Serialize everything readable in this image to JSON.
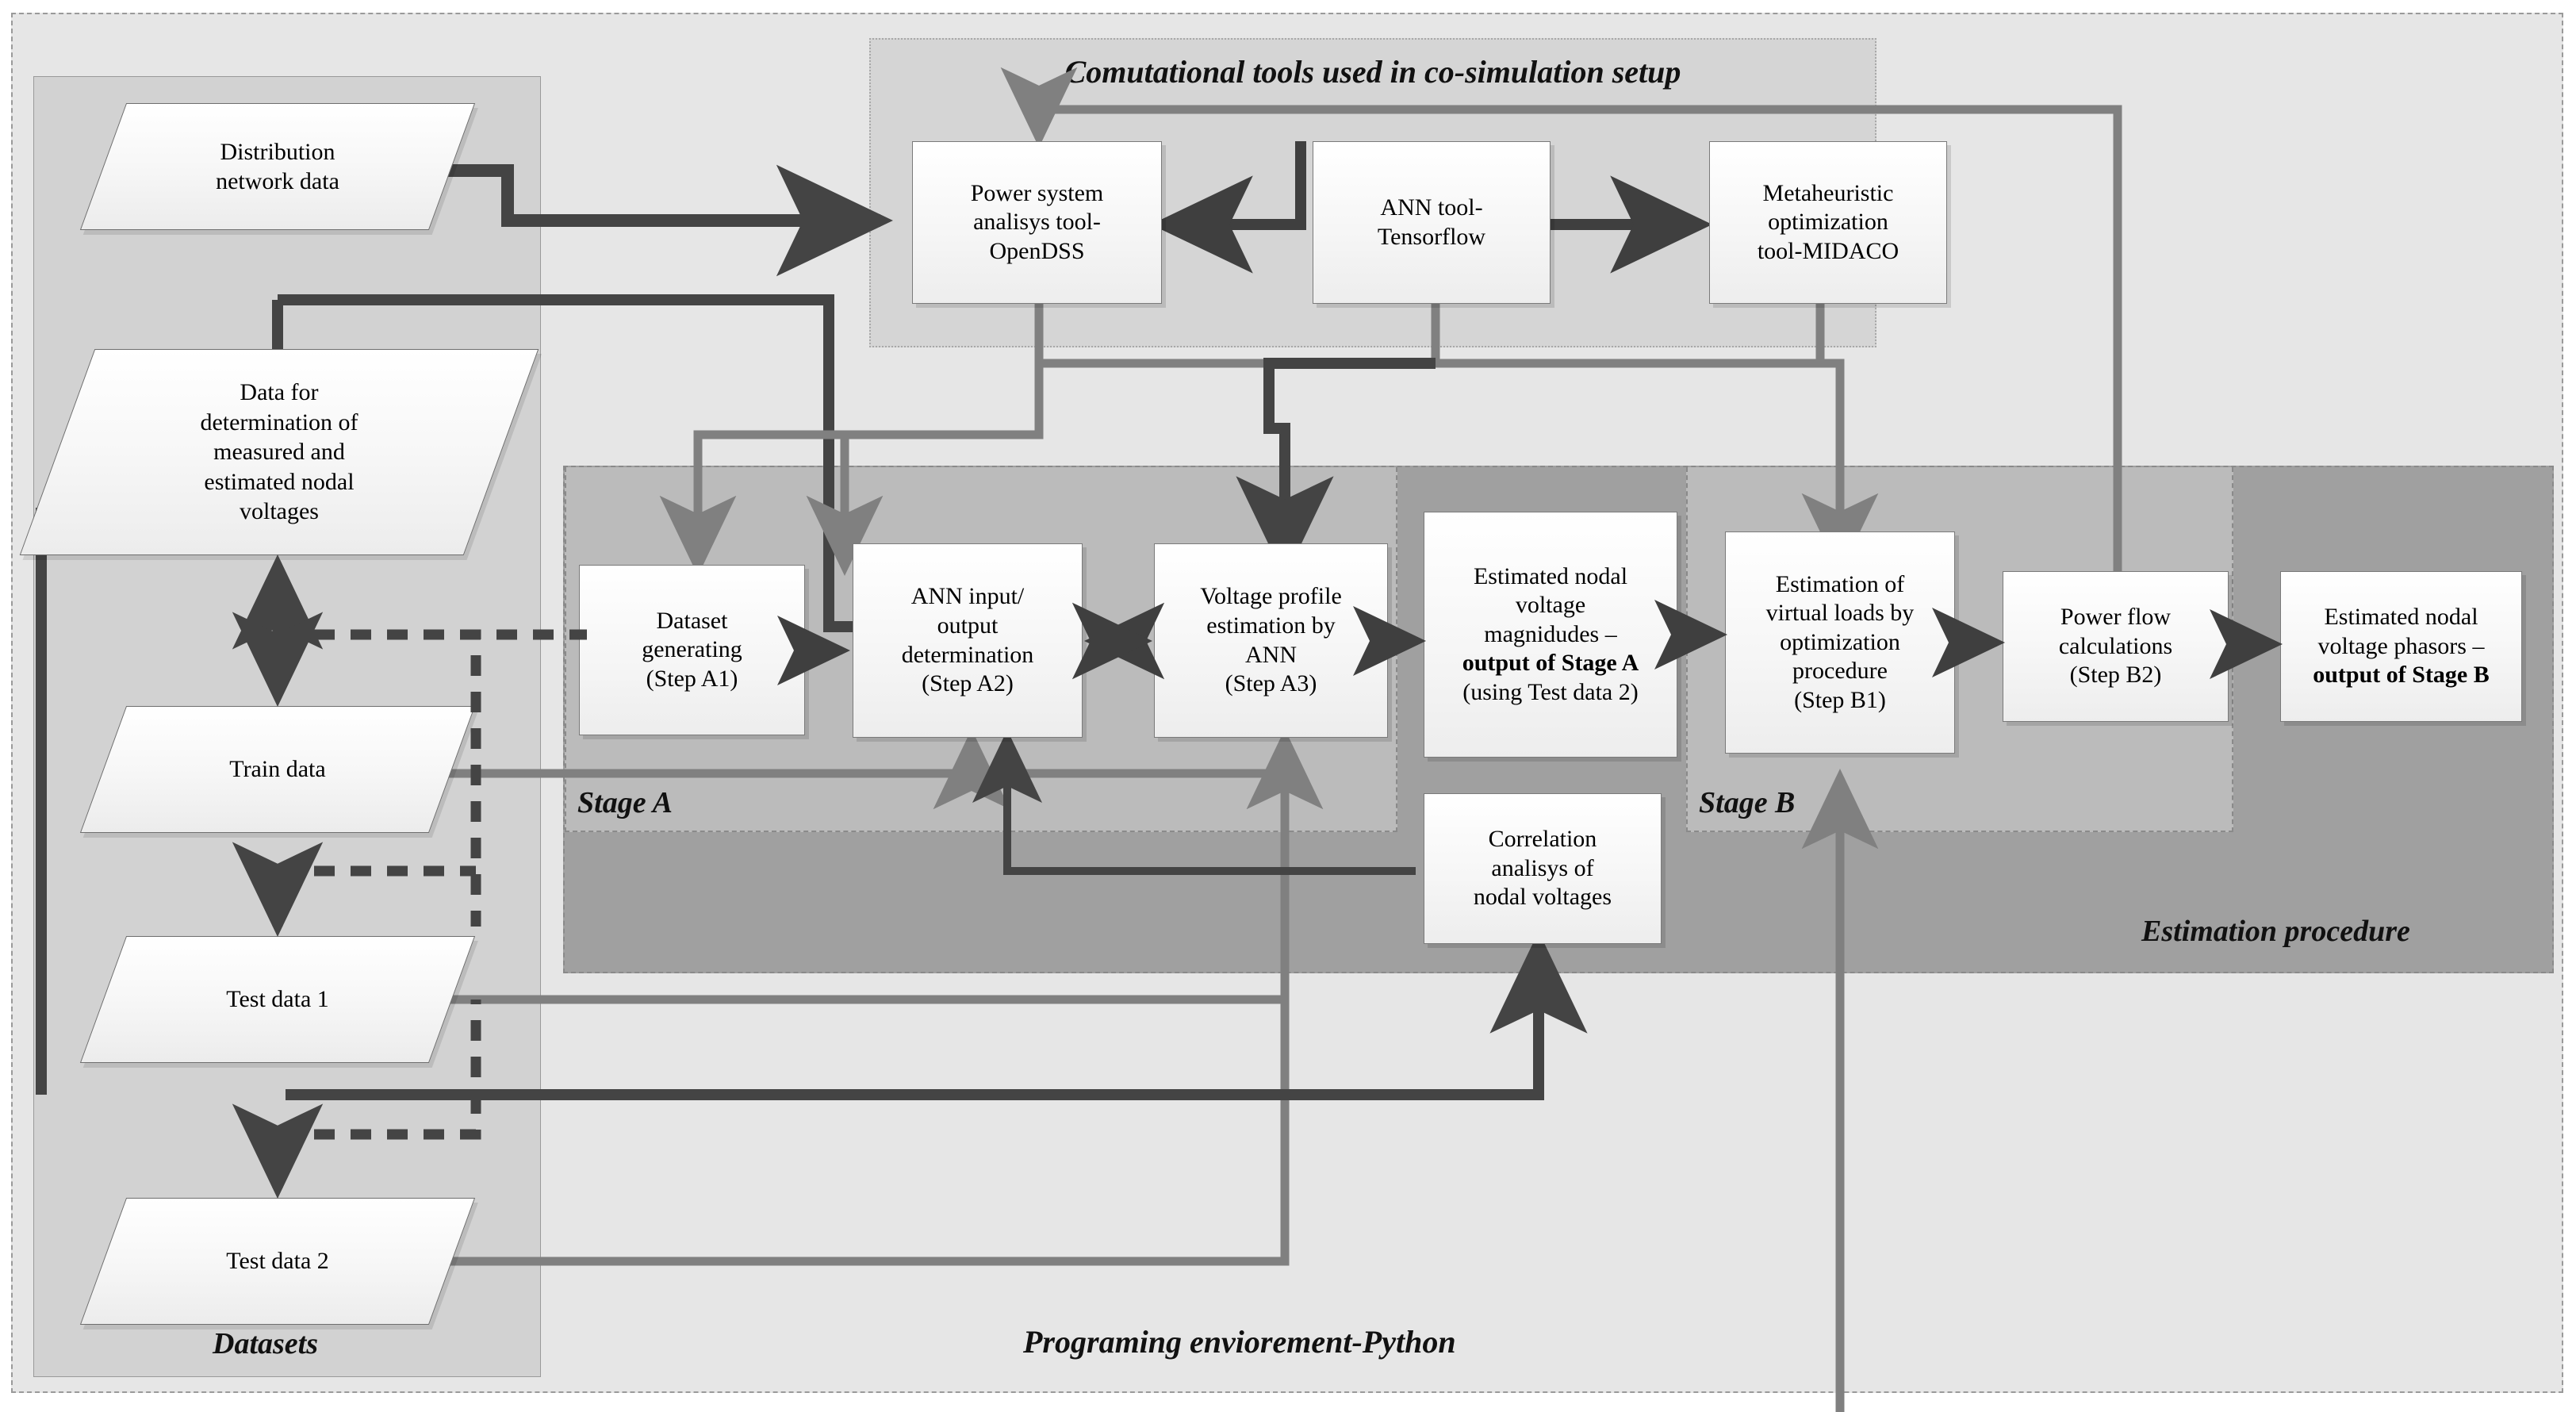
{
  "diagram": {
    "title": "Co-simulation setup and two-stage estimation procedure flowchart",
    "outer_label": "Programing enviorement-Python",
    "regions": {
      "tools_title": "Comutational tools used in co-simulation setup",
      "datasets_label": "Datasets",
      "stage_a_label": "Stage A",
      "stage_b_label": "Stage B",
      "estimation_label": "Estimation procedure"
    }
  },
  "datasets": [
    {
      "id": "distribution-network-data",
      "label": "Distribution\nnetwork data"
    },
    {
      "id": "data-for-determination",
      "label": "Data for\ndetermination of\nmeasured and\nestimated nodal\nvoltages"
    },
    {
      "id": "train-data",
      "label": "Train data"
    },
    {
      "id": "test-data-1",
      "label": "Test data 1"
    },
    {
      "id": "test-data-2",
      "label": "Test data 2"
    }
  ],
  "tools": [
    {
      "id": "opendss",
      "label": "Power system\nanalisys tool-\nOpenDSS"
    },
    {
      "id": "tensorflow",
      "label": "ANN tool-\nTensorflow"
    },
    {
      "id": "midaco",
      "label": "Metaheuristic\noptimization\ntool-MIDACO"
    }
  ],
  "steps": [
    {
      "id": "step-a1",
      "label": "Dataset\ngenerating\n(Step A1)",
      "stage": "A"
    },
    {
      "id": "step-a2",
      "label": "ANN input/\noutput\ndetermination\n(Step A2)",
      "stage": "A"
    },
    {
      "id": "step-a3",
      "label": "Voltage profile\nestimation by\nANN\n(Step A3)",
      "stage": "A"
    },
    {
      "id": "output-stage-a",
      "line1": "Estimated nodal",
      "line2": "voltage",
      "line3": "magnidudes –",
      "line4": "output of Stage A",
      "line5": "(using Test data 2)",
      "stage": "output"
    },
    {
      "id": "step-b1",
      "label": "Estimation of\nvirtual loads by\noptimization\nprocedure\n(Step B1)",
      "stage": "B"
    },
    {
      "id": "step-b2",
      "label": "Power flow\ncalculations\n(Step B2)",
      "stage": "B"
    },
    {
      "id": "output-stage-b",
      "line1": "Estimated nodal",
      "line2": "voltage phasors –",
      "line3": "output of Stage B",
      "stage": "output"
    }
  ],
  "auxiliary": [
    {
      "id": "correlation-analysis",
      "label": "Correlation\nanalisys of\nnodal voltages"
    }
  ],
  "colors": {
    "page_background": "#ffffff",
    "python_region": "#e6e6e6",
    "datasets_region": "#d2d2d2",
    "tools_region": "#d5d5d5",
    "estimation_region": "#a0a0a0",
    "stage_band": "#bbbbbb",
    "node_fill": "#f7f7f7",
    "dark_connector": "#444444",
    "mid_connector": "#808080",
    "light_connector": "#8c8c8c"
  }
}
